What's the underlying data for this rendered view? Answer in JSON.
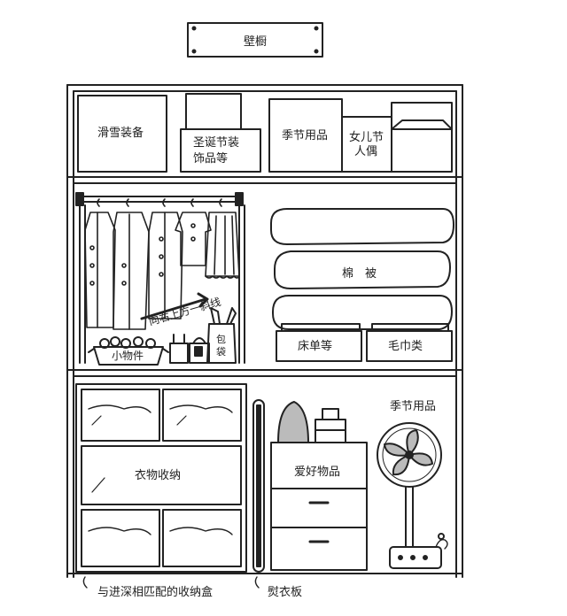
{
  "title": "壁橱",
  "top_shelf": {
    "ski_gear": "滑雪装备",
    "christmas_decor": [
      "圣诞节装",
      "饰品等"
    ],
    "seasonal_items": "季节用品",
    "dolls": [
      "女儿节",
      "人偶"
    ]
  },
  "middle_shelf": {
    "arrow_hint": "向右上方一斜线",
    "small_items": "小物件",
    "bag": [
      "包",
      "袋"
    ],
    "quilts": "棉　被",
    "linen": "床单等",
    "towels": "毛巾类"
  },
  "bottom_shelf": {
    "clothes_storage": "衣物收纳",
    "hobby_items": "爱好物品",
    "seasonal_items": "季节用品"
  },
  "footnotes": {
    "storage_box": "与进深相匹配的收纳盒",
    "ironing_board": "熨衣板"
  }
}
